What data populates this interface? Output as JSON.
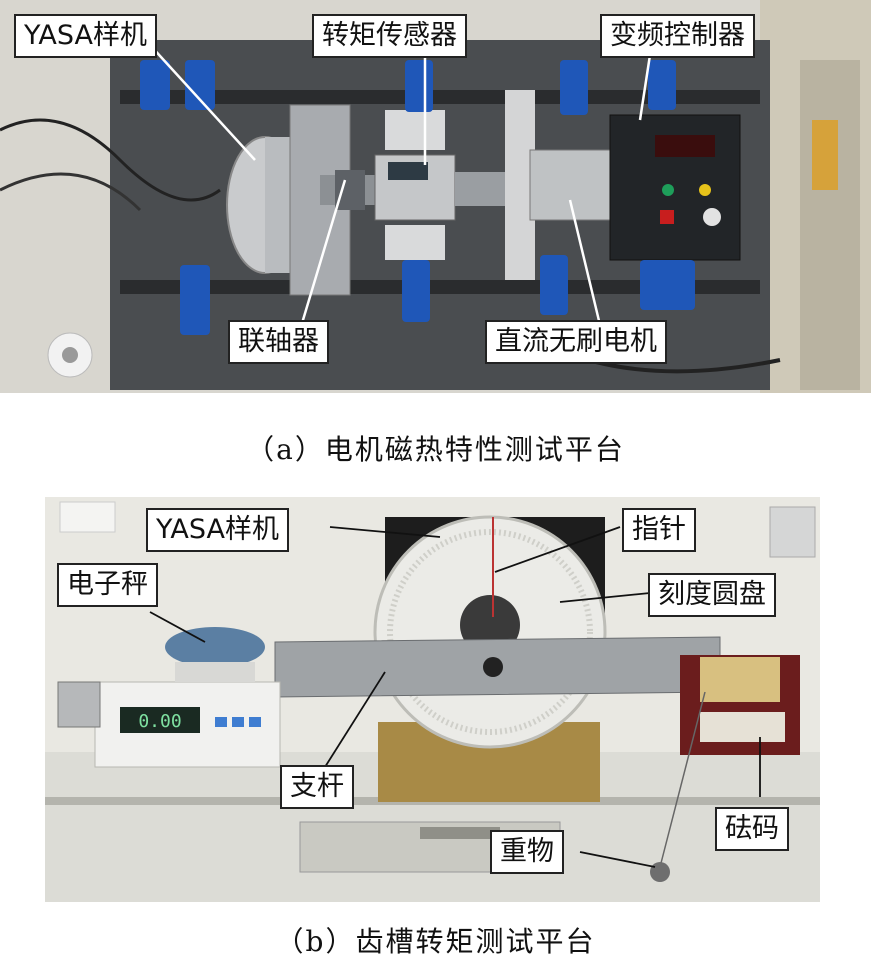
{
  "panel_a": {
    "labels": {
      "yasa": "YASA样机",
      "torque_sensor": "转矩传感器",
      "vfd": "变频控制器",
      "coupling": "联轴器",
      "bldc": "直流无刷电机"
    },
    "caption": "（a）电机磁热特性测试平台"
  },
  "panel_b": {
    "labels": {
      "yasa": "YASA样机",
      "pointer": "指针",
      "scale": "电子秤",
      "dial": "刻度圆盘",
      "lever": "支杆",
      "weights": "砝码",
      "mass": "重物"
    },
    "scale_display": "0.00",
    "caption": "（b）齿槽转矩测试平台"
  },
  "colors": {
    "blue_clamp": "#1f57b8",
    "steel": "#9aa0a6",
    "table": "#4a4d50",
    "wall": "#e9e8e2"
  }
}
